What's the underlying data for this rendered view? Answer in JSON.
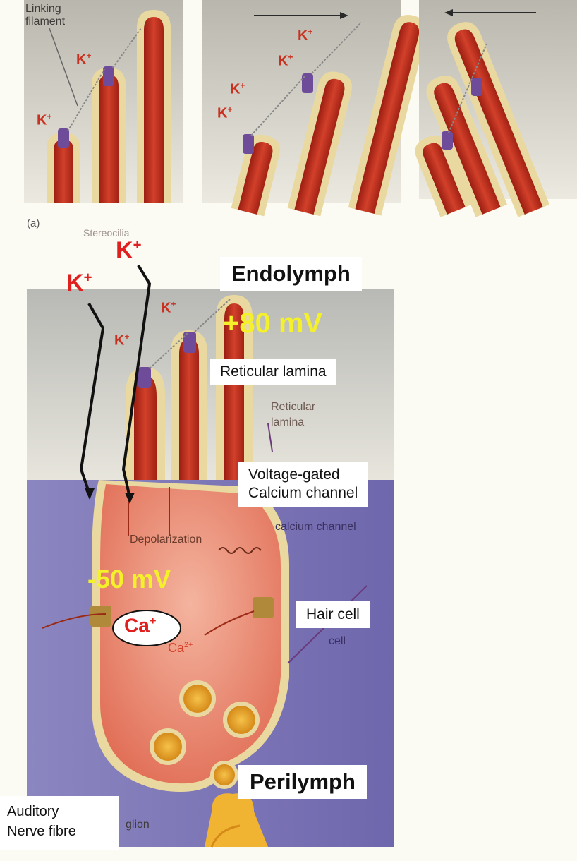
{
  "panel_a": {
    "label": "(a)",
    "linking_filament": [
      "Linking",
      "filament"
    ],
    "stereocilia": "Stereocilia",
    "ion_k": "K",
    "ion_sup": "+"
  },
  "main": {
    "k_ion": "K",
    "k_sup": "+",
    "endolymph": "Endolymph",
    "endolymph_voltage": "+80 mV",
    "reticular_lamina": "Reticular lamina",
    "voltage_gated": [
      "Voltage-gated",
      "Calcium channel"
    ],
    "cell_voltage": "-50 mV",
    "depolarization": "Depolarization",
    "hair_cell": "Hair cell",
    "ca_ion": "Ca",
    "ca_sup": "+",
    "ca2": "Ca",
    "ca2_sup": "2+",
    "perilymph": "Perilymph",
    "auditory_nerve": [
      "Auditory",
      "Nerve fibre"
    ],
    "ganglion_partial": "glion",
    "background_reticular": [
      "Reticular",
      "lamina"
    ],
    "background_calcium": "calcium channel",
    "background_cell": "cell"
  },
  "colors": {
    "red_ion": "#e01f1f",
    "yellow_voltage": "#f4f02a",
    "stereocilia_red": "#c8301f",
    "cell_fill": "#e8806a",
    "perilymph_purple": "#7d74b8"
  }
}
